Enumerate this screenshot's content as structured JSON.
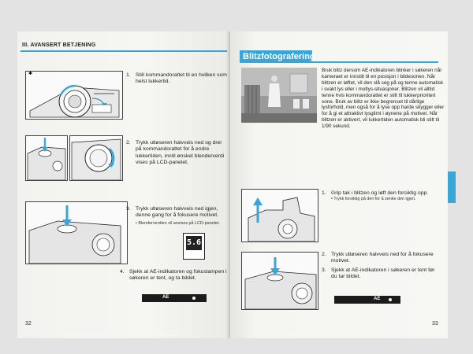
{
  "left_page": {
    "section_title": "III. AVANSERT BETJENING",
    "page_number": "32",
    "steps": [
      {
        "num": "1.",
        "text": "Still kommandorattet til en hvilken som helst lukkertid."
      },
      {
        "num": "2.",
        "text": "Trykk utløseren halvveis ned og drei på kommandorattet for å endre lukkertiden, inntil ønsket blenderverdi vises på LCD-panelet."
      },
      {
        "num": "3.",
        "text": "Trykk utløseren halvveis ned igjen, denne gang for å fokusere motivet.",
        "note": "• Blenderverdien vil anvises på LCD-panelet."
      },
      {
        "num": "4.",
        "text": "Sjekk at AE-indikatoren og fokuslampen i søkeren er tent, og ta bildet."
      }
    ],
    "lcd_value": "5.6",
    "ae_label": "AE"
  },
  "right_page": {
    "title": "Blitzfotografering",
    "page_number": "33",
    "intro": "Bruk blitz dersom AE-indikatoren blinker i søkeren når kameraet er innstilt til en posisjon i bildesonen. Når blitzen er løftet, vil den slå seg på og tenne automatisk i svakt lys eller i motlys-situasjoner. Blitzen vil alltid tenne hvis kommandorattet er stilt til lukkerprioritert sone. Bruk av blitz er ikke begrenset til dårlige lysforhold, men også for å lyse opp harde skygger eller for å gi et attraktivt lysglimt i øynene på motivet. Når blitzen er aktivert, vil lukkertiden automatisk bli stilt til 1/90 sekund.",
    "steps": [
      {
        "num": "1.",
        "text": "Grip tak i blitzen og løft den forsiktig opp.",
        "note": "• Trykk forsiktig på den for å senke den igjen."
      },
      {
        "num": "2.",
        "text": "Trykk utløseren halvveis ned for å fokusere motivet."
      },
      {
        "num": "3.",
        "text": "Sjekk at AE-indikatoren i søkeren er tent før du tar bildet."
      }
    ],
    "ae_label": "AE"
  },
  "colors": {
    "accent_blue": "#3aa6d8",
    "page_bg": "#f4f4f2",
    "ae_bar": "#1b1b1b"
  }
}
